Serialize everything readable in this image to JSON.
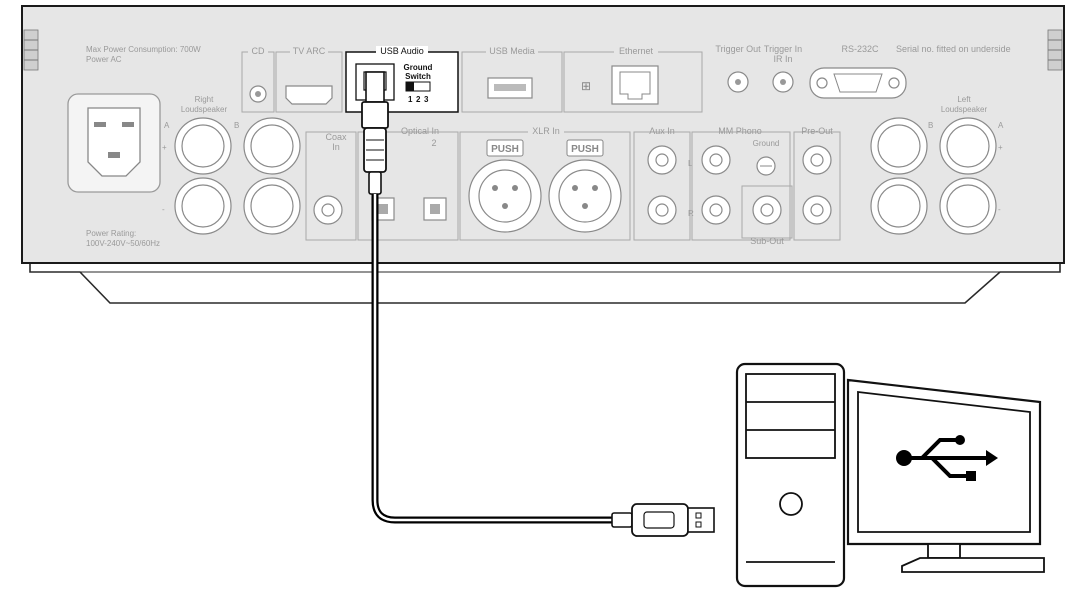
{
  "amplifier": {
    "power_consumption": "Max Power Consumption: 700W",
    "power_ac": "Power AC",
    "power_rating_label": "Power Rating:",
    "power_rating_value": "100V-240V~50/60Hz",
    "sections": {
      "cd": "CD",
      "tv_arc": "TV ARC",
      "usb_audio": "USB Audio",
      "usb_media": "USB Media",
      "ethernet": "Ethernet",
      "trigger_out": "Trigger Out",
      "trigger_in": "Trigger In",
      "ir_in": "IR In",
      "rs232c": "RS-232C",
      "serial_note": "Serial no. fitted on underside",
      "coax_in_1": "Coax",
      "coax_in_2": "In",
      "optical_in": "Optical In",
      "optical_2": "2",
      "xlr_in": "XLR In",
      "aux_in": "Aux In",
      "mm_phono": "MM Phono",
      "ground": "Ground",
      "pre_out": "Pre-Out",
      "sub_out": "Sub-Out"
    },
    "ground_switch": {
      "label_1": "Ground",
      "label_2": "Switch",
      "positions": [
        "1",
        "2",
        "3"
      ]
    },
    "right_speaker": {
      "line1": "Right",
      "line2": "Loudspeaker",
      "a": "A",
      "b": "B",
      "plus": "+",
      "minus": "-"
    },
    "left_speaker": {
      "line1": "Left",
      "line2": "Loudspeaker",
      "a": "A",
      "b": "B",
      "plus": "+",
      "minus": "-"
    },
    "push_labels": [
      "PUSH",
      "PUSH"
    ],
    "channel_letters": {
      "l": "L",
      "r": "R"
    }
  },
  "cable": {
    "type": "USB-B to USB-A"
  },
  "computer": {
    "screen_icon": "usb-icon"
  }
}
